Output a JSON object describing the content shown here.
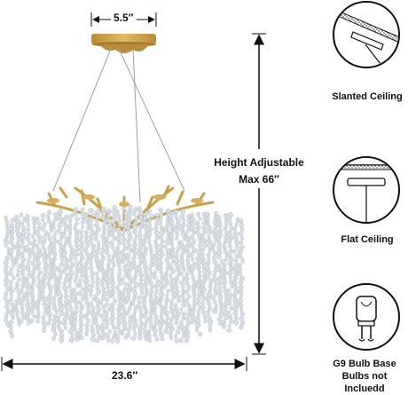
{
  "dimensions": {
    "canopy_width": "5.5″",
    "height_line1": "Height Adjustable",
    "height_line2": "Max 66″",
    "body_width": "23.6″"
  },
  "mount_options": [
    {
      "label": "Slanted Ceiling",
      "icon": "slanted-ceiling-icon"
    },
    {
      "label": "Flat Ceiling",
      "icon": "flat-ceiling-icon"
    }
  ],
  "bulb": {
    "icon": "g9-bulb-icon",
    "line1": "G9 Bulb Base",
    "line2": "Bulbs not Incluedd"
  },
  "colors": {
    "gold": "#c9a14a",
    "crystal": "#d7dde3",
    "dim_line": "#111111"
  }
}
